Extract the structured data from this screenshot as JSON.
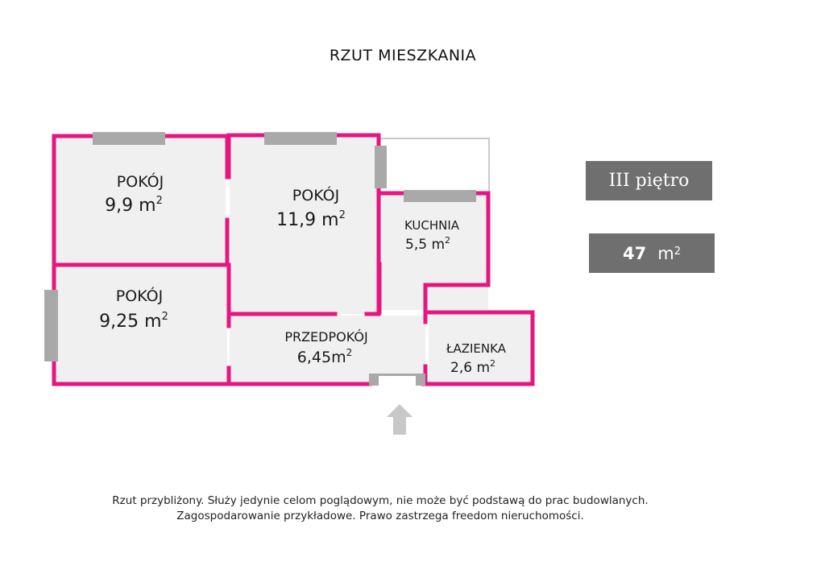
{
  "title": "RZUT MIESZKANIA",
  "colors": {
    "wall": "#e5177f",
    "room_fill": "#f0f0f0",
    "window": "#a9a9a9",
    "badge": "#6f6f6f",
    "arrow": "#c8c8c8"
  },
  "rooms": {
    "pokoj_1": {
      "name": "POKÓJ",
      "area": "9,9 m",
      "unit_sup": "2"
    },
    "pokoj_2": {
      "name": "POKÓJ",
      "area": "11,9 m",
      "unit_sup": "2"
    },
    "pokoj_3": {
      "name": "POKÓJ",
      "area": "9,25 m",
      "unit_sup": "2"
    },
    "kuchnia": {
      "name": "KUCHNIA",
      "area": "5,5 m",
      "unit_sup": "2"
    },
    "przedpokoj": {
      "name": "PRZEDPOKÓJ",
      "area": "6,45m",
      "unit_sup": "2"
    },
    "lazienka": {
      "name": "ŁAZIENKA",
      "area": "2,6 m",
      "unit_sup": "2"
    }
  },
  "floor_label": "III piętro",
  "total_area": {
    "value": "47",
    "unit": "m",
    "unit_sup": "2"
  },
  "entrance_icon": "arrow-up-icon",
  "disclaimer": {
    "line1": "Rzut przybliżony. Służy jedynie celom poglądowym, nie może być podstawą do prac budowlanych.",
    "line2": "Zagospodarowanie przykładowe. Prawo zastrzega freedom nieruchomości."
  }
}
